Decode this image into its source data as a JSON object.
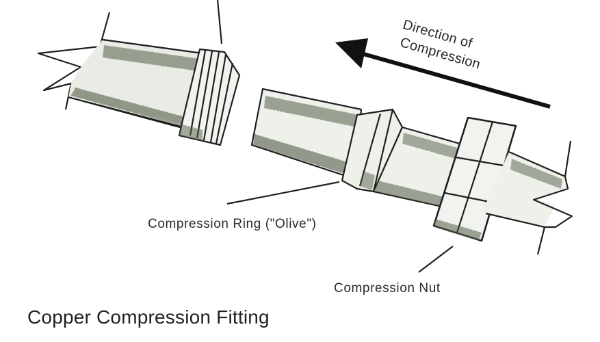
{
  "figure": {
    "title": "Copper Compression Fitting",
    "direction_label_line1": "Direction of",
    "direction_label_line2": "Compression",
    "labels": {
      "olive": "Compression Ring (\"Olive\")",
      "nut": "Compression Nut"
    }
  },
  "colors": {
    "ink": "#1f1f1f",
    "shade": "#4f5a45",
    "background": "#ffffff"
  }
}
